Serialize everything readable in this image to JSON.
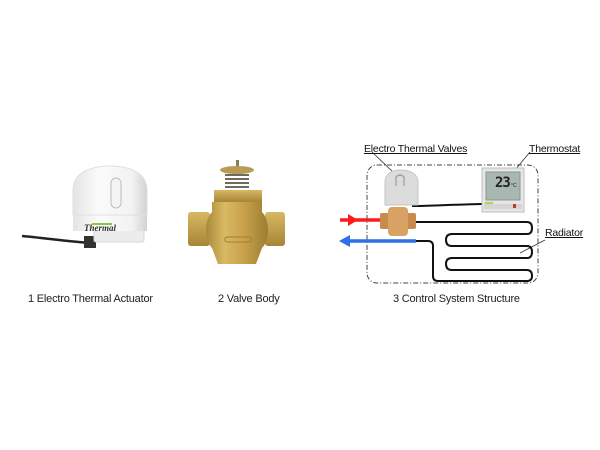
{
  "figure": {
    "panels": [
      {
        "id": 1,
        "caption": "1 Electro Thermal Actuator",
        "brand_text": "Thermal"
      },
      {
        "id": 2,
        "caption": "2 Valve Body"
      },
      {
        "id": 3,
        "caption": "3 Control System Structure",
        "labels": {
          "valves": "Electro Thermal Valves",
          "thermostat": "Thermostat",
          "radiator": "Radiator"
        },
        "thermostat_display": "23",
        "thermostat_unit": "°C"
      }
    ],
    "colors": {
      "supply_arrow": "#ff1a1a",
      "return_arrow": "#2f6fe8",
      "brass": "#c9a24a",
      "pipe": "#111111"
    }
  }
}
